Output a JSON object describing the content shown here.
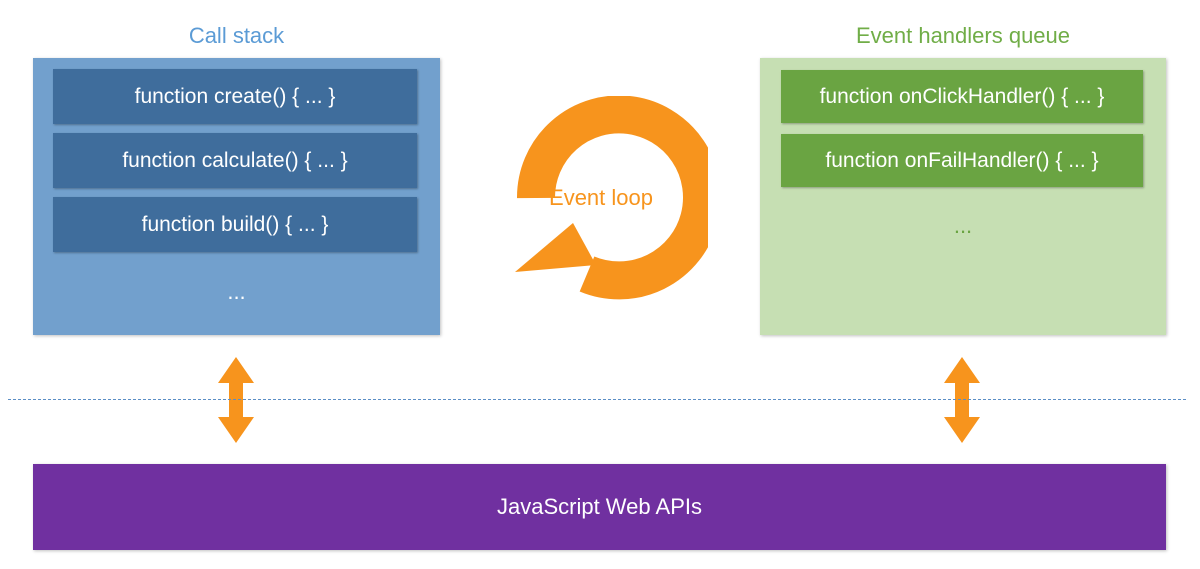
{
  "call_stack": {
    "title": "Call stack",
    "frames": [
      "function create() { ... }",
      "function calculate() { ... }",
      "function build() { ... }"
    ],
    "ellipsis": "..."
  },
  "event_loop": {
    "label": "Event loop"
  },
  "queue": {
    "title": "Event handlers queue",
    "handlers": [
      "function onClickHandler() { ... }",
      "function onFailHandler() { ... }"
    ],
    "ellipsis": "..."
  },
  "web_apis": {
    "label": "JavaScript Web APIs"
  },
  "colors": {
    "stack_title": "#5b9bd5",
    "stack_panel": "#72a0cd",
    "stack_frame": "#3f6d9c",
    "queue_title": "#70ad47",
    "queue_panel": "#c6dfb3",
    "queue_frame": "#6aa442",
    "loop": "#f7941d",
    "arrow": "#f7941d",
    "api_bar": "#7030a0"
  }
}
